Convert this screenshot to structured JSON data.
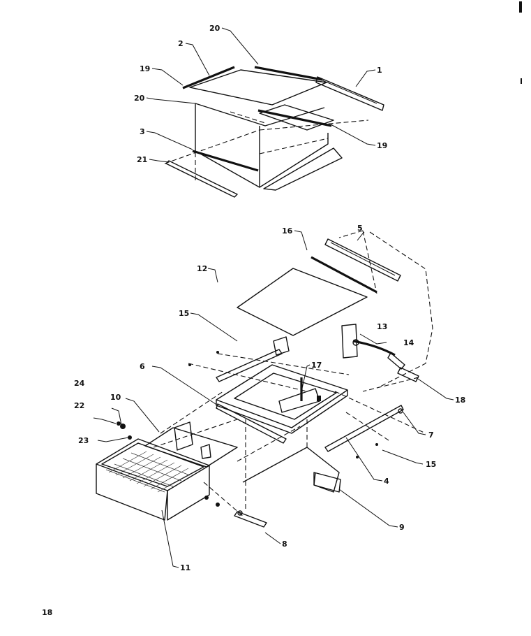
{
  "page_number": "18",
  "callouts": {
    "c1": "1",
    "c2": "2",
    "c3": "3",
    "c4": "4",
    "c5": "5",
    "c6": "6",
    "c7": "7",
    "c8": "8",
    "c9": "9",
    "c10": "10",
    "c11": "11",
    "c12": "12",
    "c13": "13",
    "c14": "14",
    "c15a": "15",
    "c15b": "15",
    "c16": "16",
    "c17": "17",
    "c18": "18",
    "c19a": "19",
    "c19b": "19",
    "c20a": "20",
    "c20b": "20",
    "c21": "21",
    "c22": "22",
    "c23": "23",
    "c24": "24"
  }
}
